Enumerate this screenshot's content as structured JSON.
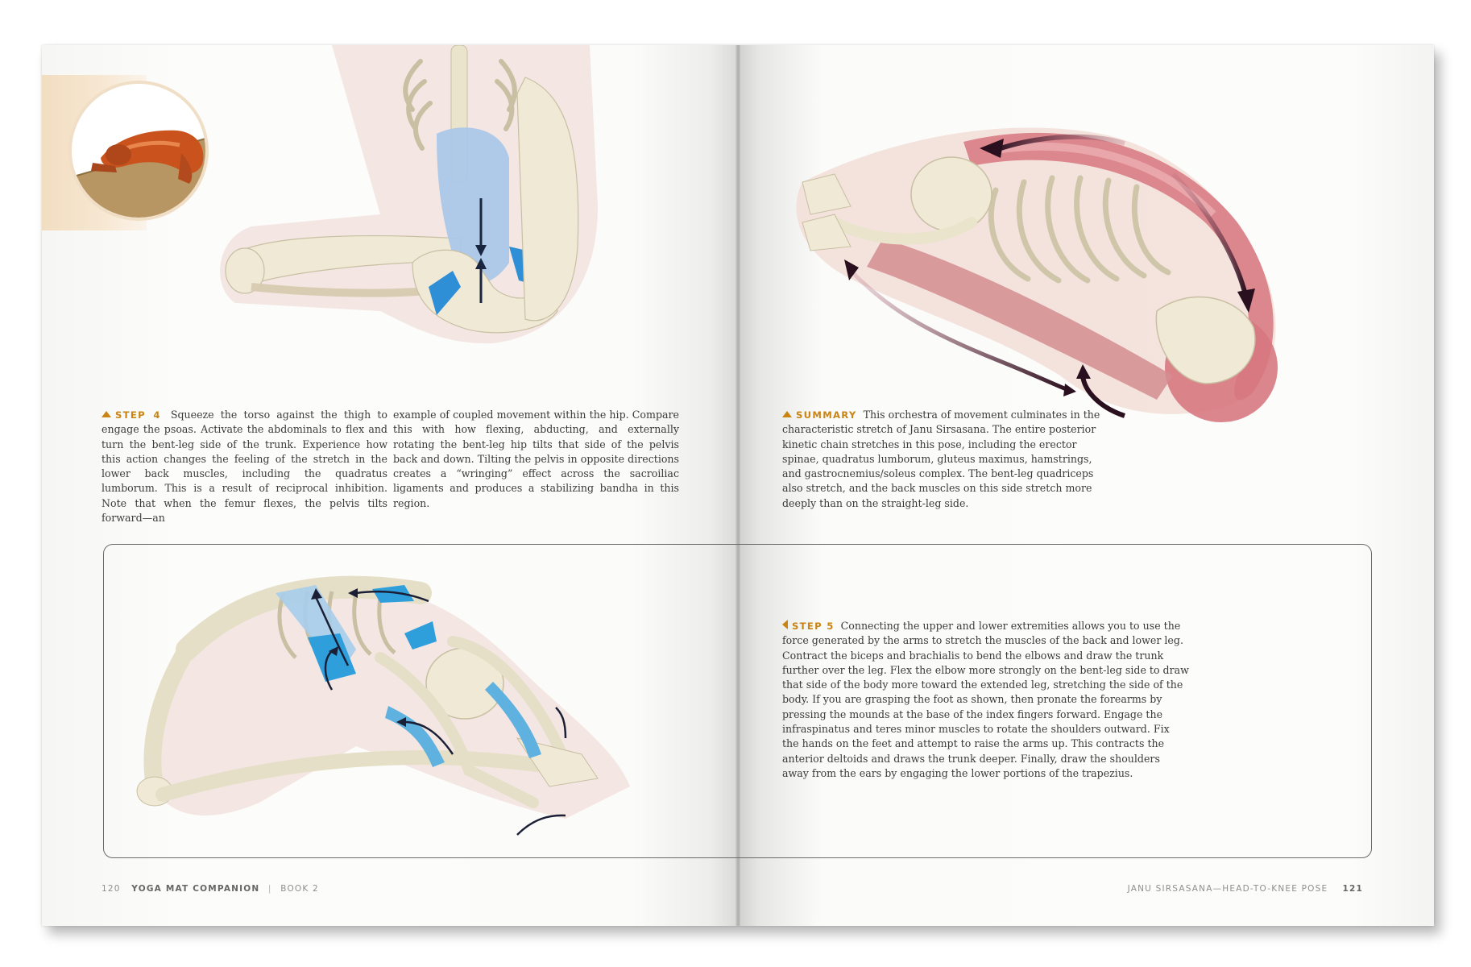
{
  "left_page": {
    "step4": {
      "label": "STEP 4",
      "col1": "Squeeze the torso against the thigh to engage the psoas. Activate the abdominals to flex and turn the bent-leg side of the trunk. Experience how this action changes the feeling of the stretch in the lower back muscles, including the quadratus lumborum. This is a result of reciprocal inhibition. Note that when the femur flexes, the pelvis tilts forward—an",
      "col2": "example of coupled movement within the hip. Compare this with how flexing, abducting, and externally rotating the bent-leg hip tilts that side of the pelvis back and down. Tilting the pelvis in opposite directions creates a “wringing” effect across the sacroiliac ligaments and produces a stabilizing bandha in this region."
    },
    "footer": {
      "page_number": "120",
      "book_title": "YOGA MAT COMPANION",
      "separator": "|",
      "volume": "BOOK 2"
    }
  },
  "right_page": {
    "summary": {
      "label": "SUMMARY",
      "text": "This orchestra of movement culminates in the characteristic stretch of Janu Sirsasana. The entire posterior kinetic chain stretches in this pose, including the erector spinae, quadratus lumborum, gluteus maximus, hamstrings, and gastrocnemius/soleus complex. The bent-leg quadriceps also stretch, and the back muscles on this side stretch more deeply than on the straight-leg side."
    },
    "step5": {
      "label": "STEP 5",
      "text": "Connecting the upper and lower extremities allows you to use the force generated by the arms to stretch the muscles of the back and lower leg. Contract the biceps and brachialis to bend the elbows and draw the trunk further over the leg. Flex the elbow more strongly on the bent-leg side to draw that side of the body more toward the extended leg, stretching the side of the body. If you are grasping the foot as shown, then pronate the forearms by pressing the mounds at the base of the index fingers forward. Engage the infraspinatus and teres minor muscles to rotate the shoulders outward. Fix the hands on the feet and attempt to raise the arms up. This contracts the anterior deltoids and draws the trunk deeper. Finally, draw the shoulders away from the ears by engaging the lower portions of the trapezius."
    },
    "footer": {
      "running_head": "JANU SIRSASANA—HEAD-TO-KNEE POSE",
      "page_number": "121"
    }
  },
  "colors": {
    "accent_gold": "#c98412",
    "highlight_blue": "#5fb2e0",
    "muscle_red": "#d9878e",
    "bone": "#eeeadb",
    "arrow_dark": "#2a0f1e"
  },
  "illustrations": {
    "thumbnail": "pose-thumbnail-icon",
    "step4": "pelvis-psoas-illustration",
    "summary": "posterior-chain-stretch-illustration",
    "step5": "arm-shoulder-engagement-illustration"
  }
}
